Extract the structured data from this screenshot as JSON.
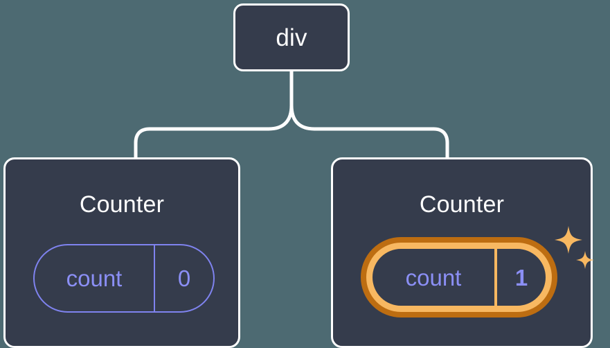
{
  "diagram": {
    "type": "component-tree",
    "background_color": "#4d6a72",
    "node_fill_color": "#353c4c",
    "node_border_color": "#ffffff",
    "edge_color": "#ffffff",
    "state_pill_color": "#8b8ff5",
    "highlight_outer_color": "#bd6d11",
    "highlight_inner_color": "#f8b861",
    "sparkle_color": "#f8b861"
  },
  "root": {
    "label": "div"
  },
  "children": [
    {
      "title": "Counter",
      "state": {
        "key": "count",
        "value": "0"
      },
      "highlighted": false
    },
    {
      "title": "Counter",
      "state": {
        "key": "count",
        "value": "1"
      },
      "highlighted": true,
      "sparkle_icons": [
        "sparkle-large-icon",
        "sparkle-small-icon"
      ]
    }
  ]
}
